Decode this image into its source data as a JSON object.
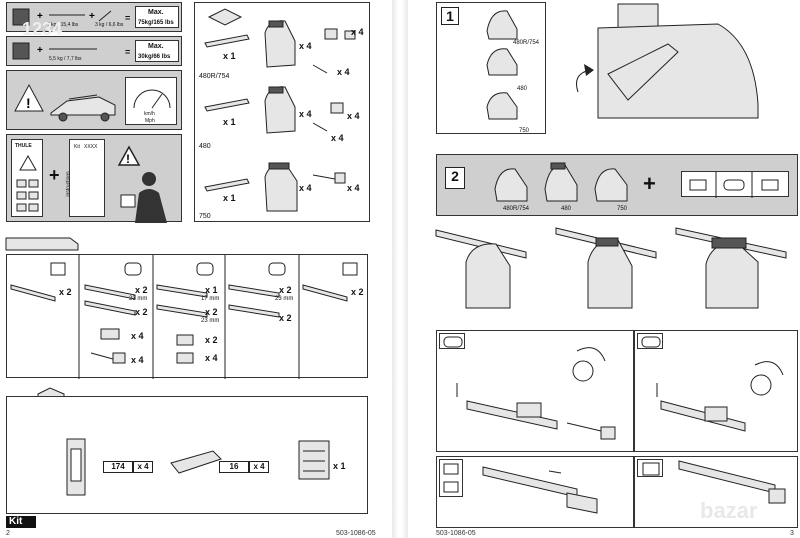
{
  "left": {
    "load1": {
      "weights": "7 kg / 15,4 lbs",
      "weights2": "3 kg / 6,6 lbs",
      "eq": "=",
      "max": "Max.",
      "limit": "75kg/165 lbs"
    },
    "load2": {
      "weights": "5,5 kg / 7,7 lbs",
      "eq": "=",
      "max": "Max.",
      "limit": "30kg/66 lbs"
    },
    "overlay_num": "1234",
    "speed": {
      "unit": "km/h",
      "unit2": "Mph"
    },
    "instr": {
      "brand": "THULE",
      "kit": "Kit",
      "kit_code": "XXXX",
      "side": "instructions"
    },
    "kit_parts": {
      "q1": "x 1",
      "q4a": "x 4",
      "q4b": "x 4",
      "q4c": "x 4",
      "m1": "480R/754",
      "q1b": "x 1",
      "q4d": "x 4",
      "q4e": "x 4",
      "q4f": "x 4",
      "m2": "480",
      "q1c": "x 1",
      "q4g": "x 4",
      "q4h": "x 4",
      "m3": "750"
    },
    "bars": {
      "c1": "x 2",
      "c2": [
        "x 2",
        "23 mm",
        "x 2",
        "x 4",
        "x 4"
      ],
      "c3": [
        "x 1",
        "17 mm",
        "x 2",
        "23 mm",
        "x 2",
        "x 4"
      ],
      "c4": [
        "x 2",
        "23 mm",
        "x 2"
      ],
      "c5": "x 2"
    },
    "kit_box": {
      "part1": "174",
      "q1": "x 4",
      "part2": "16",
      "q2": "x 4",
      "q3": "x 1"
    },
    "footer": {
      "kit_label": "Kit",
      "page": "2",
      "code": "503-1086-05"
    }
  },
  "right": {
    "step1": {
      "num": "1",
      "m1": "480R/754",
      "m2": "480",
      "m3": "750"
    },
    "step2": {
      "num": "2",
      "m1": "480R/754",
      "m2": "480",
      "m3": "750",
      "plus": "+"
    },
    "footer": {
      "code": "503-1086-05",
      "page": "3"
    },
    "watermark": "bazar"
  }
}
